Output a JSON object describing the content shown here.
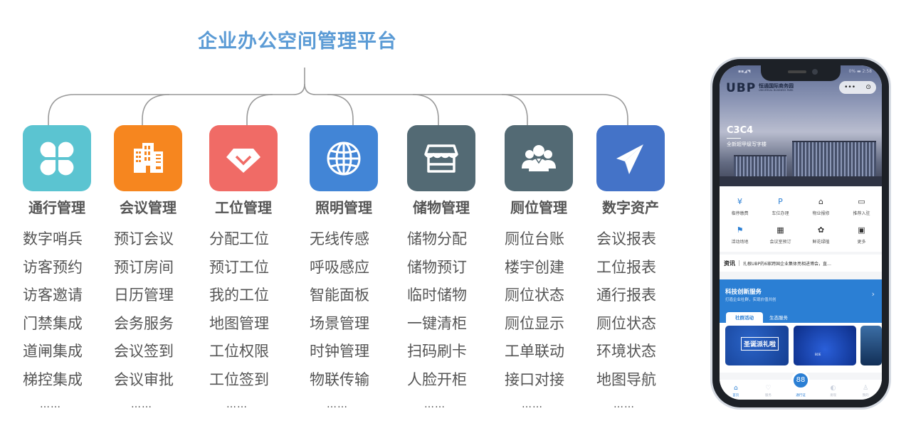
{
  "title": "企业办公空间管理平台",
  "colors": {
    "title": "#5b9bd5",
    "connector": "#999999",
    "text": "#555555",
    "phone_accent": "#2b7fd4"
  },
  "modules": [
    {
      "name": "通行管理",
      "icon": "clover-icon",
      "color": "#5bc4d1",
      "items": [
        "数字哨兵",
        "访客预约",
        "访客邀请",
        "门禁集成",
        "道闸集成",
        "梯控集成"
      ],
      "more": "……"
    },
    {
      "name": "会议管理",
      "icon": "building-icon",
      "color": "#f6861f",
      "items": [
        "预订会议",
        "预订房间",
        "日历管理",
        "会务服务",
        "会议签到",
        "会议审批"
      ],
      "more": "……"
    },
    {
      "name": "工位管理",
      "icon": "diamond-check-icon",
      "color": "#f06b66",
      "items": [
        "分配工位",
        "预订工位",
        "我的工位",
        "地图管理",
        "工位权限",
        "工位签到"
      ],
      "more": "……"
    },
    {
      "name": "照明管理",
      "icon": "globe-icon",
      "color": "#4285d6",
      "items": [
        "无线传感",
        "呼吸感应",
        "智能面板",
        "场景管理",
        "时钟管理",
        "物联传输"
      ],
      "more": "……"
    },
    {
      "name": "储物管理",
      "icon": "storefront-icon",
      "color": "#536a74",
      "items": [
        "储物分配",
        "储物预订",
        "临时储物",
        "一键清柜",
        "扫码刷卡",
        "人脸开柜"
      ],
      "more": "……"
    },
    {
      "name": "厕位管理",
      "icon": "people-group-icon",
      "color": "#536a74",
      "items": [
        "厕位台账",
        "楼宇创建",
        "厕位状态",
        "厕位显示",
        "工单联动",
        "接口对接"
      ],
      "more": "……"
    },
    {
      "name": "数字资产",
      "icon": "paper-plane-icon",
      "color": "#4473c8",
      "items": [
        "会议报表",
        "工位报表",
        "通行报表",
        "厕位状态",
        "环境状态",
        "地图导航"
      ],
      "more": "……"
    }
  ],
  "phone": {
    "status_right": "0% ▬ 2:58",
    "brand_logo": "UBP",
    "brand_cn": "恒通国际商务园",
    "brand_en": "UNIVERSAL BUSINESS PARK",
    "capsule_more": "•••",
    "capsule_close": "⊙",
    "hero_code": "C3C4",
    "hero_sub": "全新超甲级写字楼",
    "quick_actions": [
      {
        "label": "临停缴费",
        "icon": "¥"
      },
      {
        "label": "车位办理",
        "icon": "P"
      },
      {
        "label": "物业报修",
        "icon": "⌂"
      },
      {
        "label": "推荐入驻",
        "icon": "▭"
      },
      {
        "label": "活动场地",
        "icon": "⚑"
      },
      {
        "label": "会议室预订",
        "icon": "▦"
      },
      {
        "label": "鲜花绿植",
        "icon": "✿"
      },
      {
        "label": "更多",
        "icon": "▣"
      }
    ],
    "news_tag": "资讯",
    "news_text": "扎根UBP的6家跨国企业集体亮相进博会，直…",
    "service_title": "科技创新服务",
    "service_sub": "打造企业社群，实现价值共创",
    "service_chevron": "›",
    "tabs": [
      "社群活动",
      "生态服务"
    ],
    "card1_text": "圣诞派礼啦",
    "card2_text": "BOE",
    "tabbar": [
      {
        "label": "首页",
        "icon": "⌂"
      },
      {
        "label": "服务",
        "icon": "♡"
      },
      {
        "label": "通行证",
        "icon": "88"
      },
      {
        "label": "发现",
        "icon": "◐"
      },
      {
        "label": "我的",
        "icon": "♙"
      }
    ]
  }
}
